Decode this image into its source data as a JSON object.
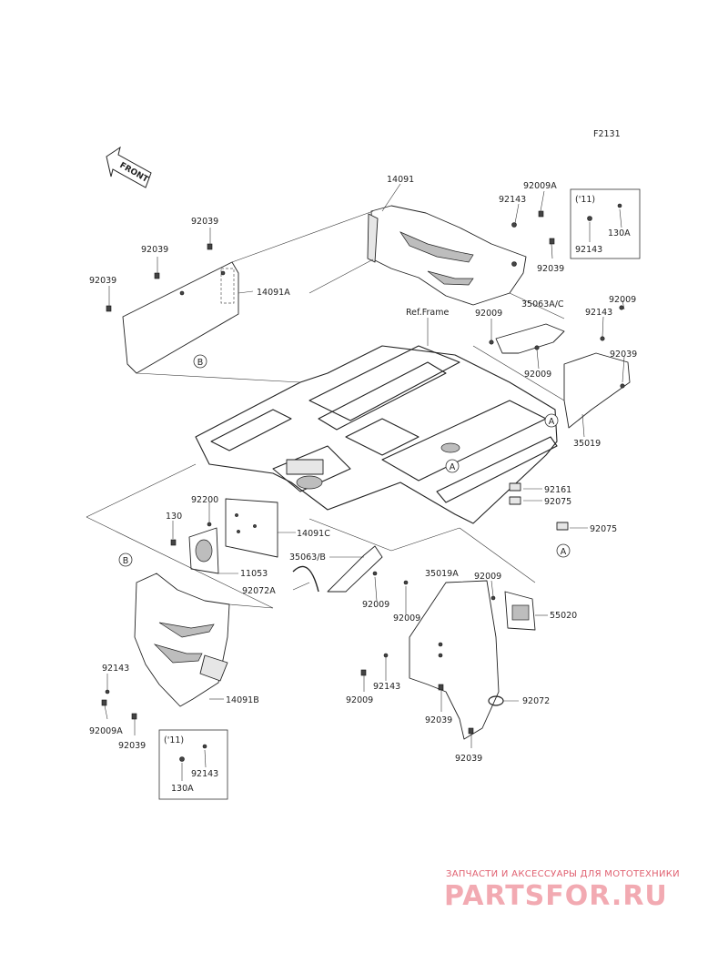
{
  "diagram_code": "F2131",
  "front_arrow_label": "FRONT",
  "ref_frame_label": "Ref.Frame",
  "callouts": {
    "c14091": "14091",
    "c92009A_top": "92009A",
    "c92143_top": "92143",
    "c92039_top_right": "92039",
    "c92039_a": "92039",
    "c92039_b": "92039",
    "c92039_c": "92039",
    "c14091A": "14091A",
    "c35063AC": "35063A/C",
    "c92009_mid": "92009",
    "c92009_mid2": "92009",
    "c92009_right": "92009",
    "c92143_right": "92143",
    "c92039_right": "92039",
    "c35019": "35019",
    "c92161": "92161",
    "c92075_a": "92075",
    "c92075_b": "92075",
    "c92200": "92200",
    "c130": "130",
    "c14091C": "14091C",
    "c11053": "11053",
    "c35063B": "35063/B",
    "c92072A": "92072A",
    "c92009_lower1": "92009",
    "c92009_lower2": "92009",
    "c35019A": "35019A",
    "c92009_lower3": "92009",
    "c55020": "55020",
    "c92143_lower_left": "92143",
    "c92009A_lower": "92009A",
    "c92039_lower_left": "92039",
    "c14091B": "14091B",
    "c92009_lower4": "92009",
    "c92143_lower_mid": "92143",
    "c92039_lower_mid": "92039",
    "c92072": "92072",
    "c92039_bottom": "92039"
  },
  "ref_markers": {
    "a1": "A",
    "a2": "A",
    "a3": "A",
    "b1": "B",
    "b2": "B"
  },
  "inset_top": {
    "year": "('11)",
    "part1": "92143",
    "part2": "130A"
  },
  "inset_bottom": {
    "year": "('11)",
    "part1": "92143",
    "part2": "130A"
  },
  "watermark": {
    "tagline": "ЗАПЧАСТИ И АКСЕССУАРЫ ДЛЯ МОТОТЕХНИКИ",
    "logo": "PARTSFOR.RU",
    "color": "#f2aab2"
  }
}
